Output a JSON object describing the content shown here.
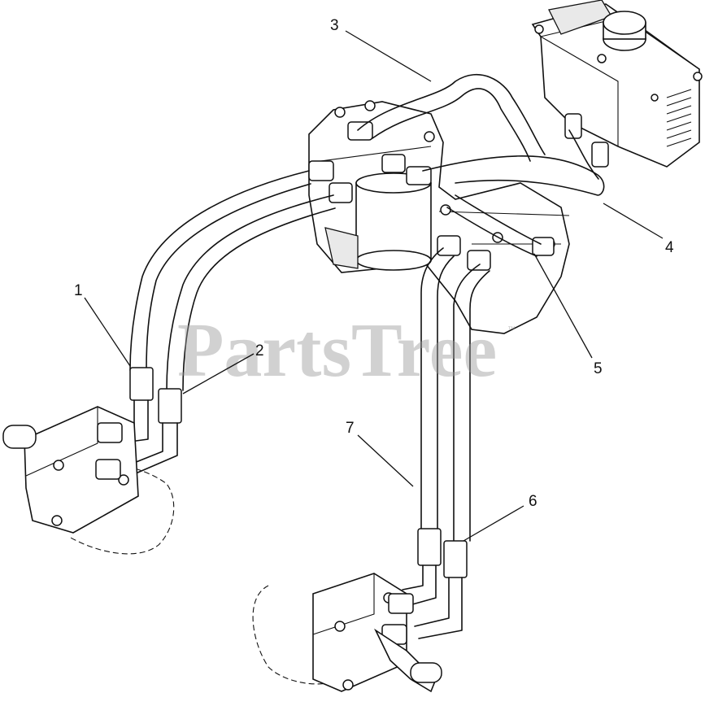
{
  "watermark": {
    "text": "PartsTree",
    "trademark": "™"
  },
  "callouts": [
    {
      "id": "1",
      "label": "1"
    },
    {
      "id": "2",
      "label": "2"
    },
    {
      "id": "3",
      "label": "3"
    },
    {
      "id": "4",
      "label": "4"
    },
    {
      "id": "5",
      "label": "5"
    },
    {
      "id": "6",
      "label": "6"
    },
    {
      "id": "7",
      "label": "7"
    }
  ],
  "colors": {
    "ink": "#111111",
    "background": "#ffffff",
    "watermark": "#9a9a9a"
  }
}
